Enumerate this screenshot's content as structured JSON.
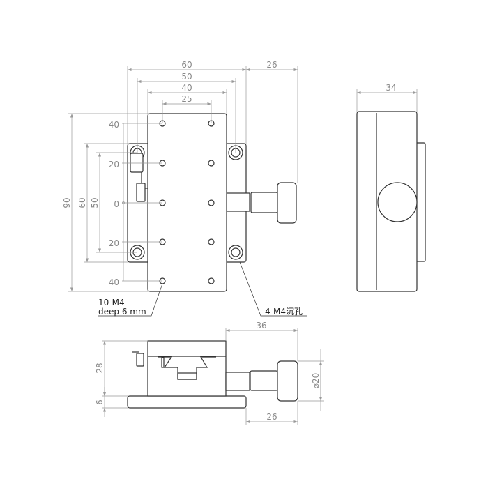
{
  "top_view": {
    "dims_horizontal": [
      "60",
      "26",
      "50",
      "40",
      "25"
    ],
    "dims_vertical": [
      "90",
      "60",
      "50"
    ],
    "ordinate_labels": [
      "40",
      "20",
      "0",
      "20",
      "40"
    ],
    "callout_threads": [
      "10-M4",
      "deep 6 mm"
    ],
    "callout_counterbore": "4-M4沉孔"
  },
  "side_view": {
    "dim_width": "34"
  },
  "front_view": {
    "dim_top": "36",
    "dim_bottom": "26",
    "dim_height": "28",
    "dim_base": "6",
    "dim_knob_diameter": "⌀20"
  }
}
